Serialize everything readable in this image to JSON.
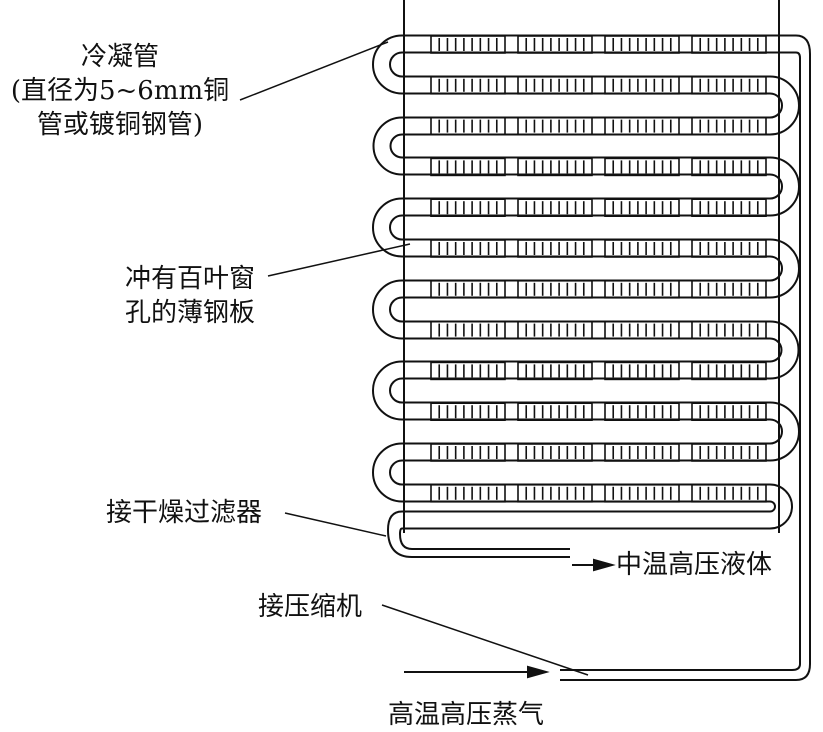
{
  "labels": {
    "condenser_line1": "冷凝管",
    "condenser_line2": "(直径为5~6mm铜",
    "condenser_line3": "管或镀铜钢管)",
    "sheet_line1": "冲有百叶窗",
    "sheet_line2": "孔的薄钢板",
    "drier": "接干燥过滤器",
    "liquid_out": "中温高压液体",
    "compressor": "接压缩机",
    "vapor_in": "高温高压蒸气"
  },
  "colors": {
    "stroke": "#111111",
    "background": "#ffffff"
  }
}
